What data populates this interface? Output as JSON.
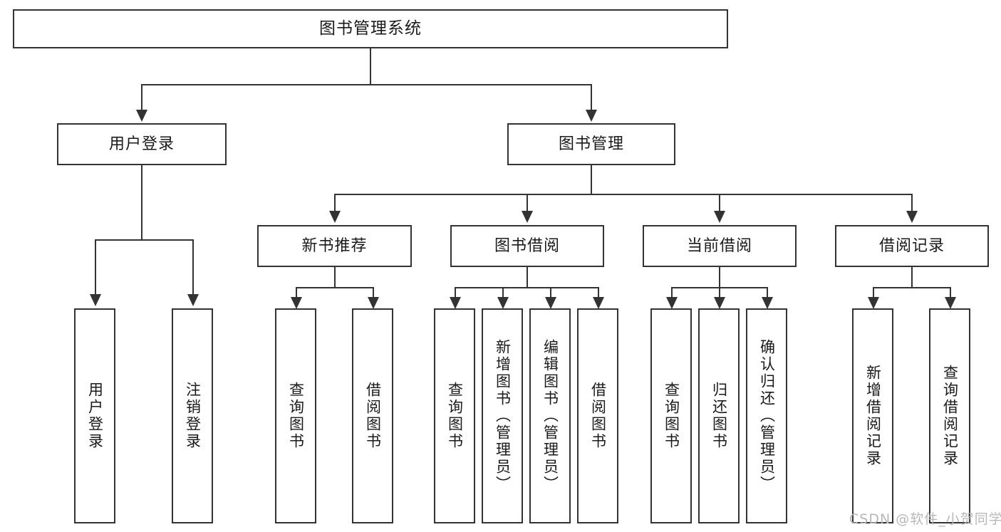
{
  "diagram": {
    "title": "图书管理系统",
    "type": "tree-hierarchy-diagram",
    "watermark": "CSDN @软件_小贺同学",
    "colors": {
      "box_border": "#333333",
      "box_fill": "#ffffff",
      "connector": "#333333",
      "text": "#1a1a1a",
      "watermark": "#b8b8b8",
      "background": "#ffffff"
    },
    "root": {
      "label": "图书管理系统"
    },
    "level1": [
      {
        "label": "用户登录"
      },
      {
        "label": "图书管理"
      }
    ],
    "level2": [
      {
        "label": "新书推荐"
      },
      {
        "label": "图书借阅"
      },
      {
        "label": "当前借阅"
      },
      {
        "label": "借阅记录"
      }
    ],
    "leaves": {
      "user_login": [
        {
          "label": "用户登录"
        },
        {
          "label": "注销登录"
        }
      ],
      "new_book_recommend": [
        {
          "label": "查询图书"
        },
        {
          "label": "借阅图书"
        }
      ],
      "book_borrow": [
        {
          "label": "查询图书"
        },
        {
          "label": "新增图书（管理员）"
        },
        {
          "label": "编辑图书（管理员）"
        },
        {
          "label": "借阅图书"
        }
      ],
      "current_borrow": [
        {
          "label": "查询图书"
        },
        {
          "label": "归还图书"
        },
        {
          "label": "确认归还（管理员）"
        }
      ],
      "borrow_record": [
        {
          "label": "新增借阅记录"
        },
        {
          "label": "查询借阅记录"
        }
      ]
    }
  }
}
